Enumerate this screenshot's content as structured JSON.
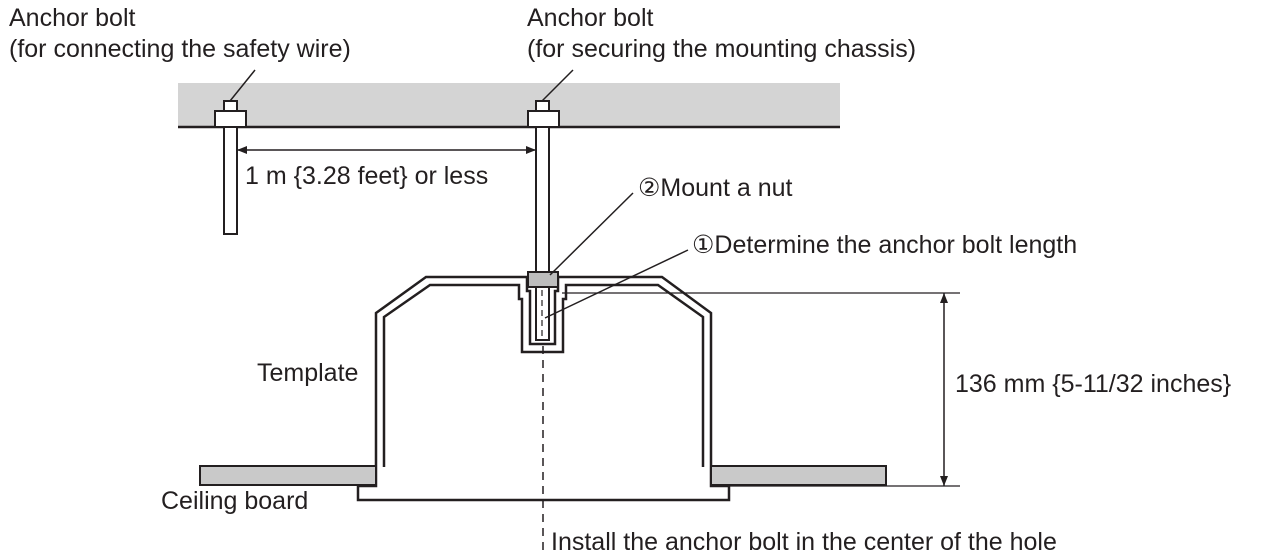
{
  "labels": {
    "anchor_bolt_left": "Anchor bolt",
    "anchor_bolt_left_purpose": "(for connecting the safety wire)",
    "anchor_bolt_right": "Anchor bolt",
    "anchor_bolt_right_purpose": "(for securing the mounting chassis)",
    "spacing": "1 m {3.28 feet} or less",
    "step2": "②Mount a nut",
    "step1": "①Determine the anchor bolt length",
    "template": "Template",
    "height": "136 mm {5-11/32 inches}",
    "ceiling_board": "Ceiling board",
    "install_note": "Install the anchor bolt in the center of the hole"
  },
  "colors": {
    "line": "#231f20",
    "ceiling_slab": "#d4d4d4",
    "board": "#c9c9c9",
    "nut": "#bdbdbd"
  }
}
